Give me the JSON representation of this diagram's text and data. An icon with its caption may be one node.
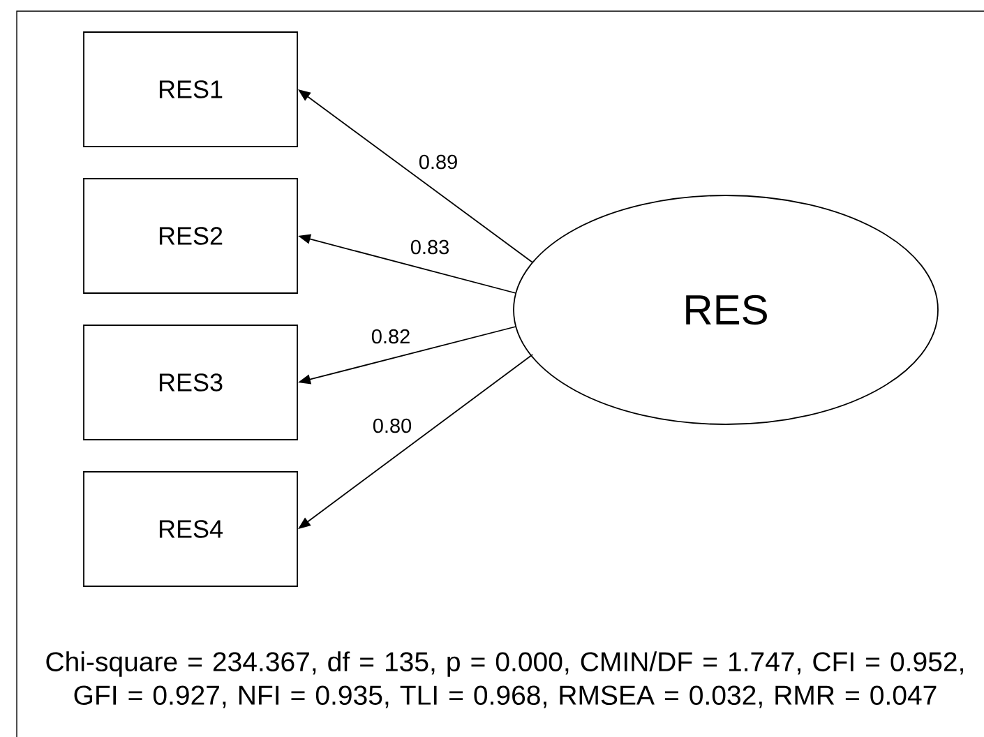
{
  "diagram": {
    "nodes": [
      {
        "text": [
          "RES1"
        ]
      },
      {
        "text": [
          "RES2"
        ]
      },
      {
        "text": [
          "RES3"
        ]
      },
      {
        "text": [
          "RES4"
        ]
      },
      {
        "text": [
          "RES"
        ]
      }
    ],
    "edges": [
      {
        "from": 4,
        "to": 0,
        "arrow": "to",
        "label": "0.89"
      },
      {
        "from": 4,
        "to": 1,
        "arrow": "to",
        "label": "0.83"
      },
      {
        "from": 4,
        "to": 2,
        "arrow": "to",
        "label": "0.82"
      },
      {
        "from": 4,
        "to": 3,
        "arrow": "to",
        "label": "0.80"
      }
    ],
    "labels": [
      "Chi-square = 234.367, df = 135, p = 0.000, CMIN/DF = 1.747, CFI = 0.952, GFI = 0.927, NFI = 0.935, TLI = 0.968, RMSEA = 0.032, RMR = 0.047"
    ]
  }
}
